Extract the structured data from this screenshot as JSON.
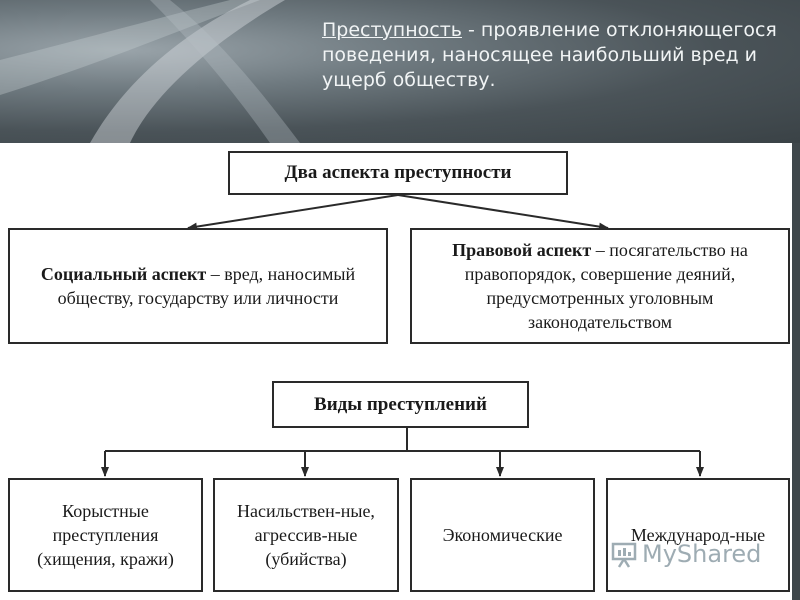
{
  "header": {
    "term": "Преступность",
    "definition": " - проявление отклоняющегося поведения, наносящее наибольший вред и ущерб обществу."
  },
  "diagram": {
    "aspects_title": "Два аспекта преступности",
    "social": {
      "term": "Социальный аспект",
      "text": " – вред, наносимый обществу, государству или личности"
    },
    "legal": {
      "term": "Правовой аспект",
      "text": " – посягательство на правопорядок, совершение деяний, предусмотренных уголовным законодательством"
    },
    "types_title": "Виды преступлений",
    "types": [
      {
        "label": "Корыстные преступления (хищения, кражи)"
      },
      {
        "label": "Насильствен-ные, агрессив-ные (убийства)"
      },
      {
        "label": "Экономические"
      },
      {
        "label": "Международ-ные"
      }
    ]
  },
  "watermark": {
    "text": "MyShared",
    "icon": "presentation-board-icon"
  }
}
